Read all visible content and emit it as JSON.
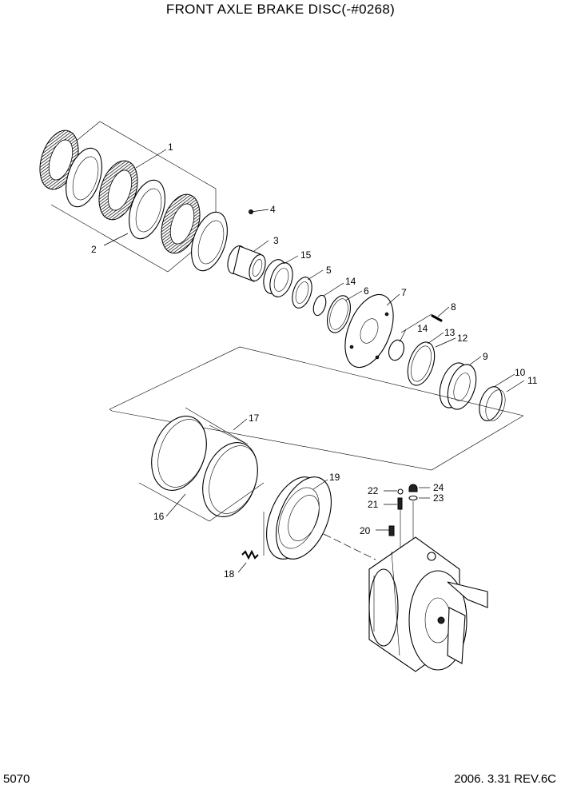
{
  "title": "FRONT AXLE BRAKE DISC(-#0268)",
  "page_number": "5070",
  "revision": "2006. 3.31  REV.6C",
  "callouts": {
    "c1": "1",
    "c2": "2",
    "c3": "3",
    "c4": "4",
    "c5": "5",
    "c6": "6",
    "c7": "7",
    "c8": "8",
    "c9": "9",
    "c10": "10",
    "c11": "11",
    "c12": "12",
    "c13": "13",
    "c14a": "14",
    "c14b": "14",
    "c15": "15",
    "c16": "16",
    "c17": "17",
    "c18": "18",
    "c19": "19",
    "c20": "20",
    "c21": "21",
    "c22": "22",
    "c23": "23",
    "c24": "24"
  }
}
